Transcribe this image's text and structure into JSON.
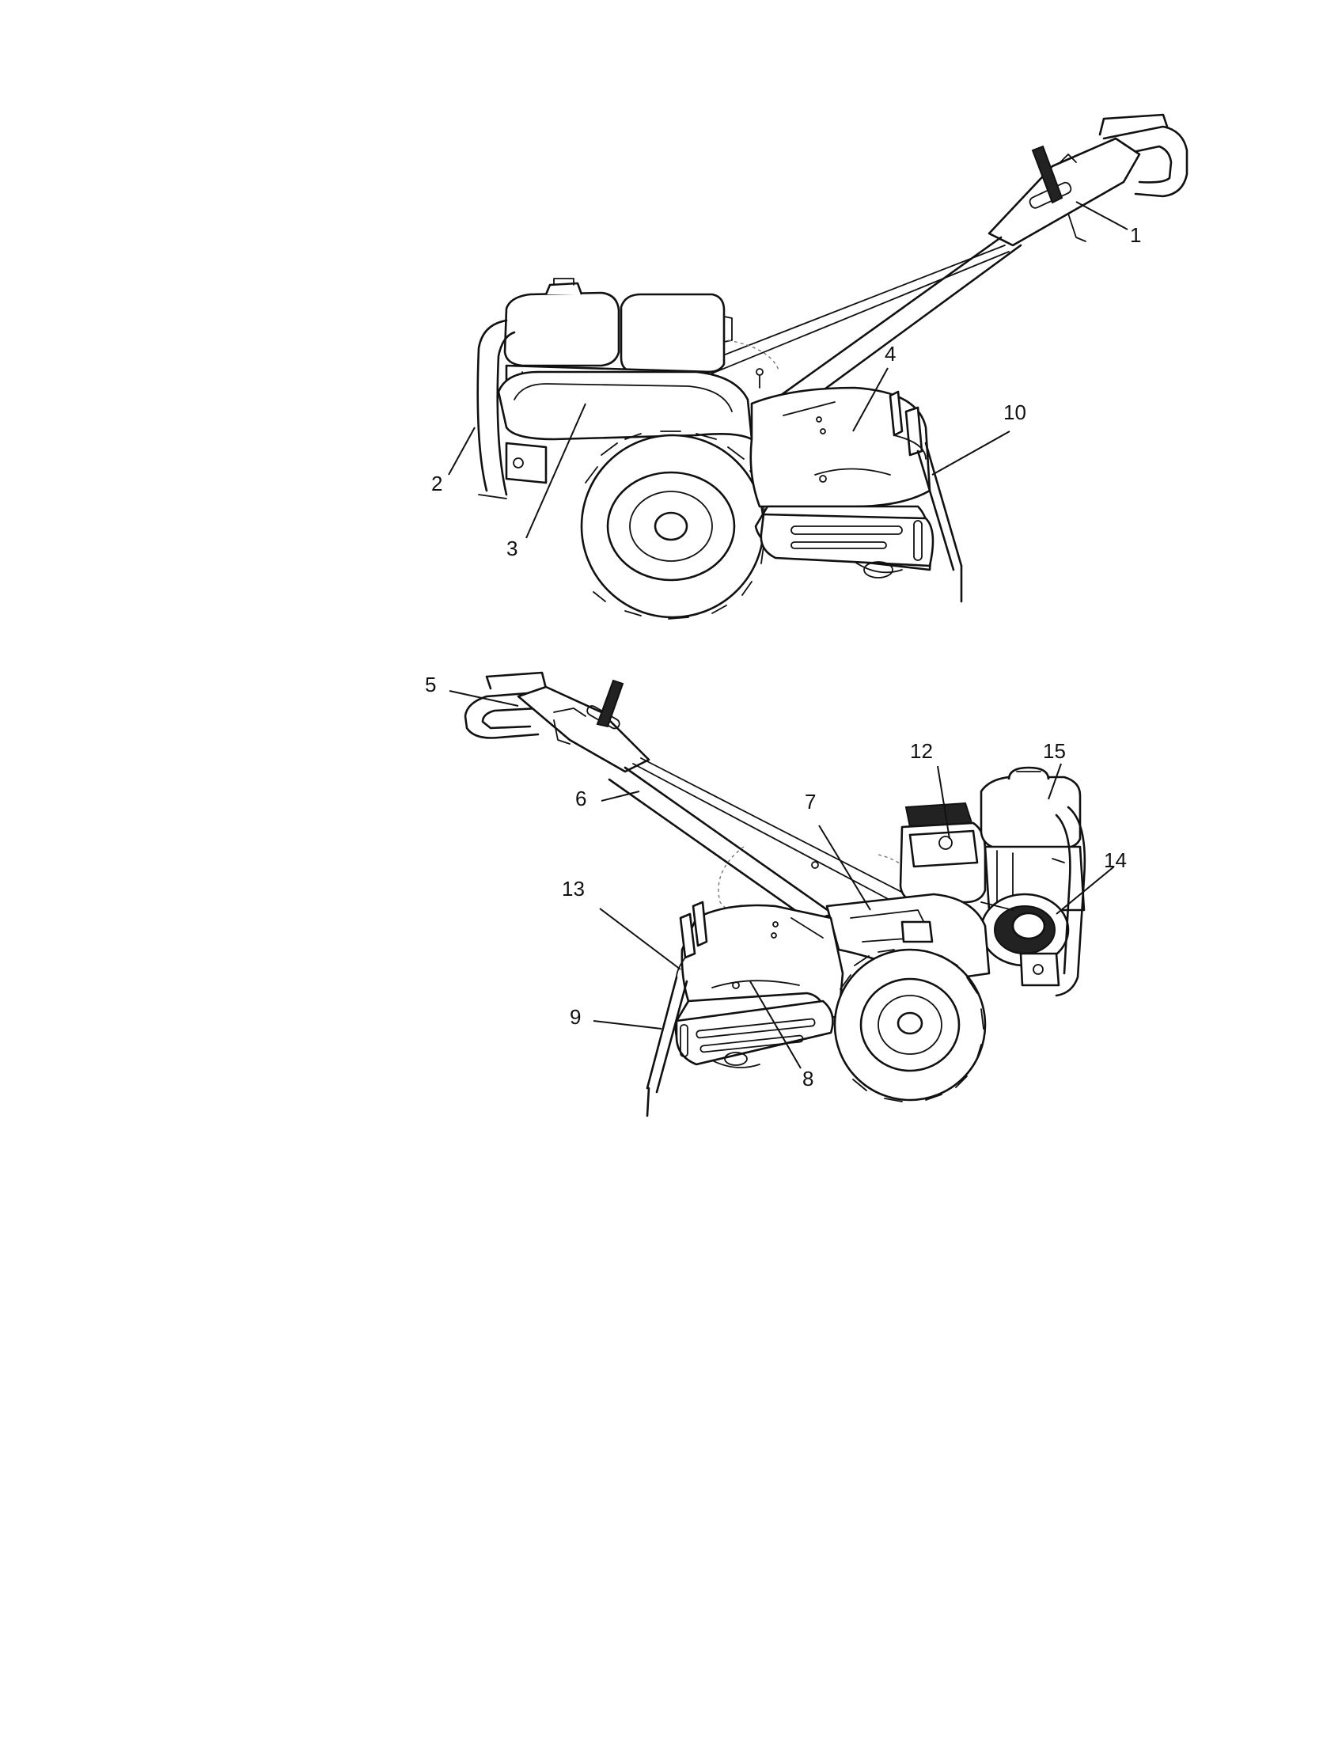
{
  "callouts": [
    {
      "id": "1",
      "label": "1"
    },
    {
      "id": "2",
      "label": "2"
    },
    {
      "id": "3",
      "label": "3"
    },
    {
      "id": "4",
      "label": "4"
    },
    {
      "id": "5",
      "label": "5"
    },
    {
      "id": "6",
      "label": "6"
    },
    {
      "id": "7",
      "label": "7"
    },
    {
      "id": "8",
      "label": "8"
    },
    {
      "id": "9",
      "label": "9"
    },
    {
      "id": "10",
      "label": "10"
    },
    {
      "id": "12",
      "label": "12"
    },
    {
      "id": "13",
      "label": "13"
    },
    {
      "id": "14",
      "label": "14"
    },
    {
      "id": "15",
      "label": "15"
    }
  ]
}
